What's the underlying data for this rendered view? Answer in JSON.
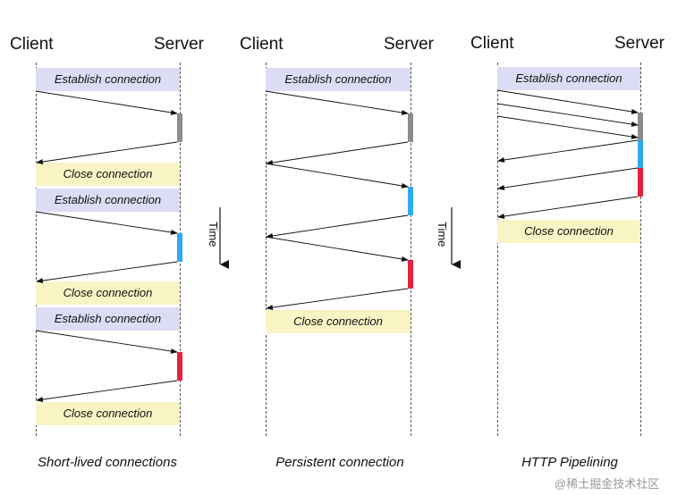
{
  "panels": [
    {
      "client": "Client",
      "server": "Server",
      "caption": "Short-lived connections",
      "establish": "Establish connection",
      "close": "Close connection"
    },
    {
      "client": "Client",
      "server": "Server",
      "caption": "Persistent connection",
      "establish": "Establish connection",
      "close": "Close connection"
    },
    {
      "client": "Client",
      "server": "Server",
      "caption": "HTTP Pipelining",
      "establish": "Establish connection",
      "close": "Close connection"
    }
  ],
  "time_label": "Time",
  "watermark": "@稀土掘金技术社区",
  "colors": {
    "establish_bg": "#dcdcf4",
    "close_bg": "#f8f4c4",
    "gray": "#8c8c8c",
    "blue": "#2eaaf0",
    "red": "#e8203c"
  }
}
